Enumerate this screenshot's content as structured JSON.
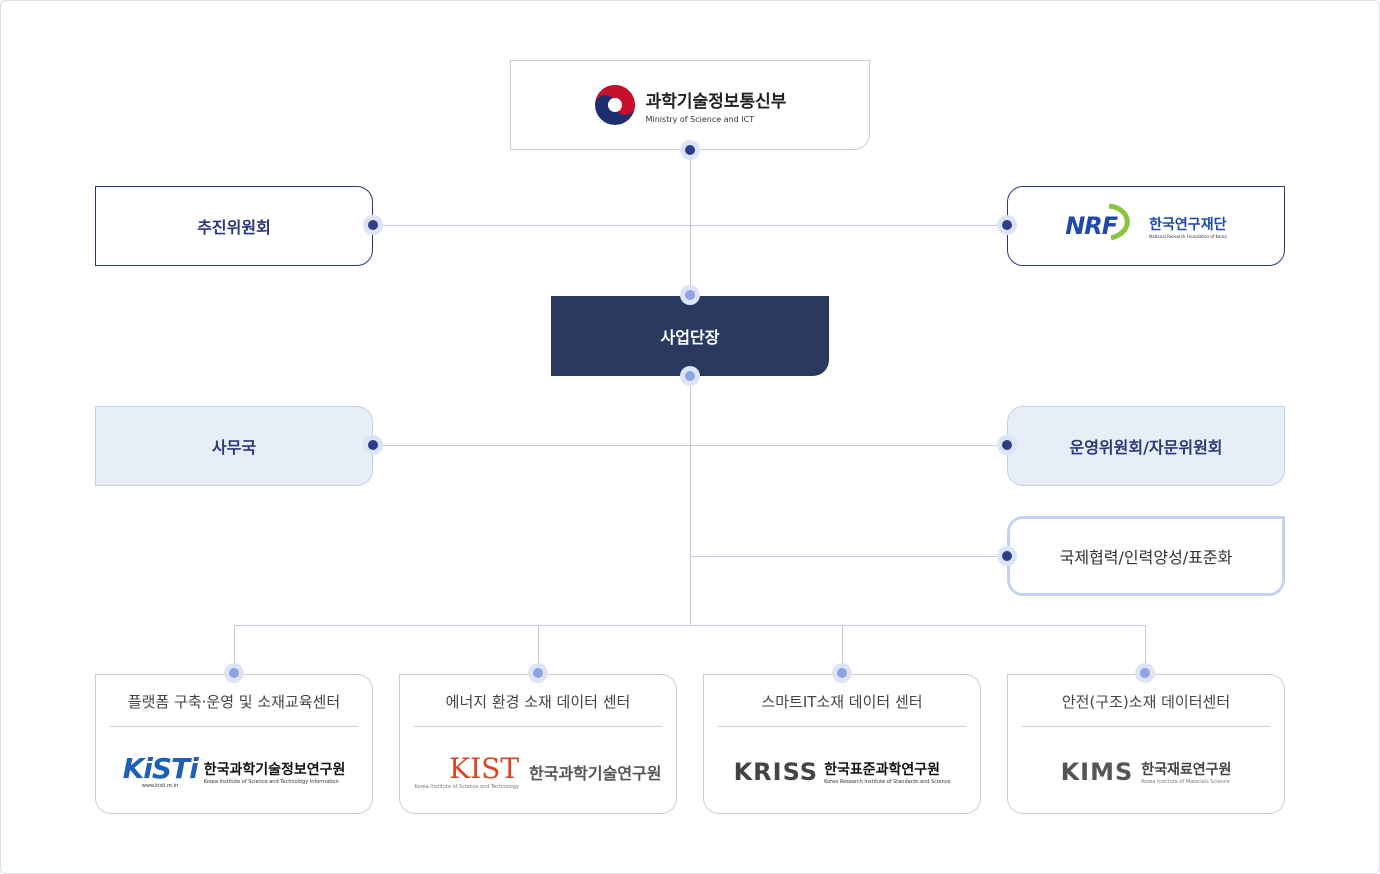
{
  "top": {
    "ministry_name_ko": "과학기술정보통신부",
    "ministry_name_en": "Ministry of Science and ICT"
  },
  "left_committee": "추진위원회",
  "nrf": {
    "logo_text": "NRF",
    "name_ko": "한국연구재단",
    "name_en": "National Research Foundation of Korea"
  },
  "director": "사업단장",
  "secretariat": "사무국",
  "advisory": "운영위원회/자문위원회",
  "international": "국제협력/인력양성/표준화",
  "centers": [
    {
      "title": "플랫폼 구축·운영 및 소재교육센터",
      "logo_text": "KiSTi",
      "url": "www.kisti.re.kr",
      "name_ko": "한국과학기술정보연구원",
      "name_en": "Korea Institute of Science and Technology Information"
    },
    {
      "title": "에너지 환경 소재 데이터 센터",
      "logo_text": "KIST",
      "name_en": "Korea Institute of Science and Technology",
      "name_ko": "한국과학기술연구원"
    },
    {
      "title": "스마트IT소재 데이터 센터",
      "logo_text": "KRISS",
      "name_ko": "한국표준과학연구원",
      "name_en": "Korea Research Institute of Standards and Science"
    },
    {
      "title": "안전(구조)소재 데이터센터",
      "logo_text": "KIMS",
      "name_ko": "한국재료연구원",
      "name_en": "Korea Institute of Materials Science"
    }
  ],
  "colors": {
    "navy": "#2a3a5f",
    "label": "#2a3a78",
    "dot": "#2c3d8a",
    "line": "#c3cbe0",
    "light_fill": "#e7eef8"
  }
}
